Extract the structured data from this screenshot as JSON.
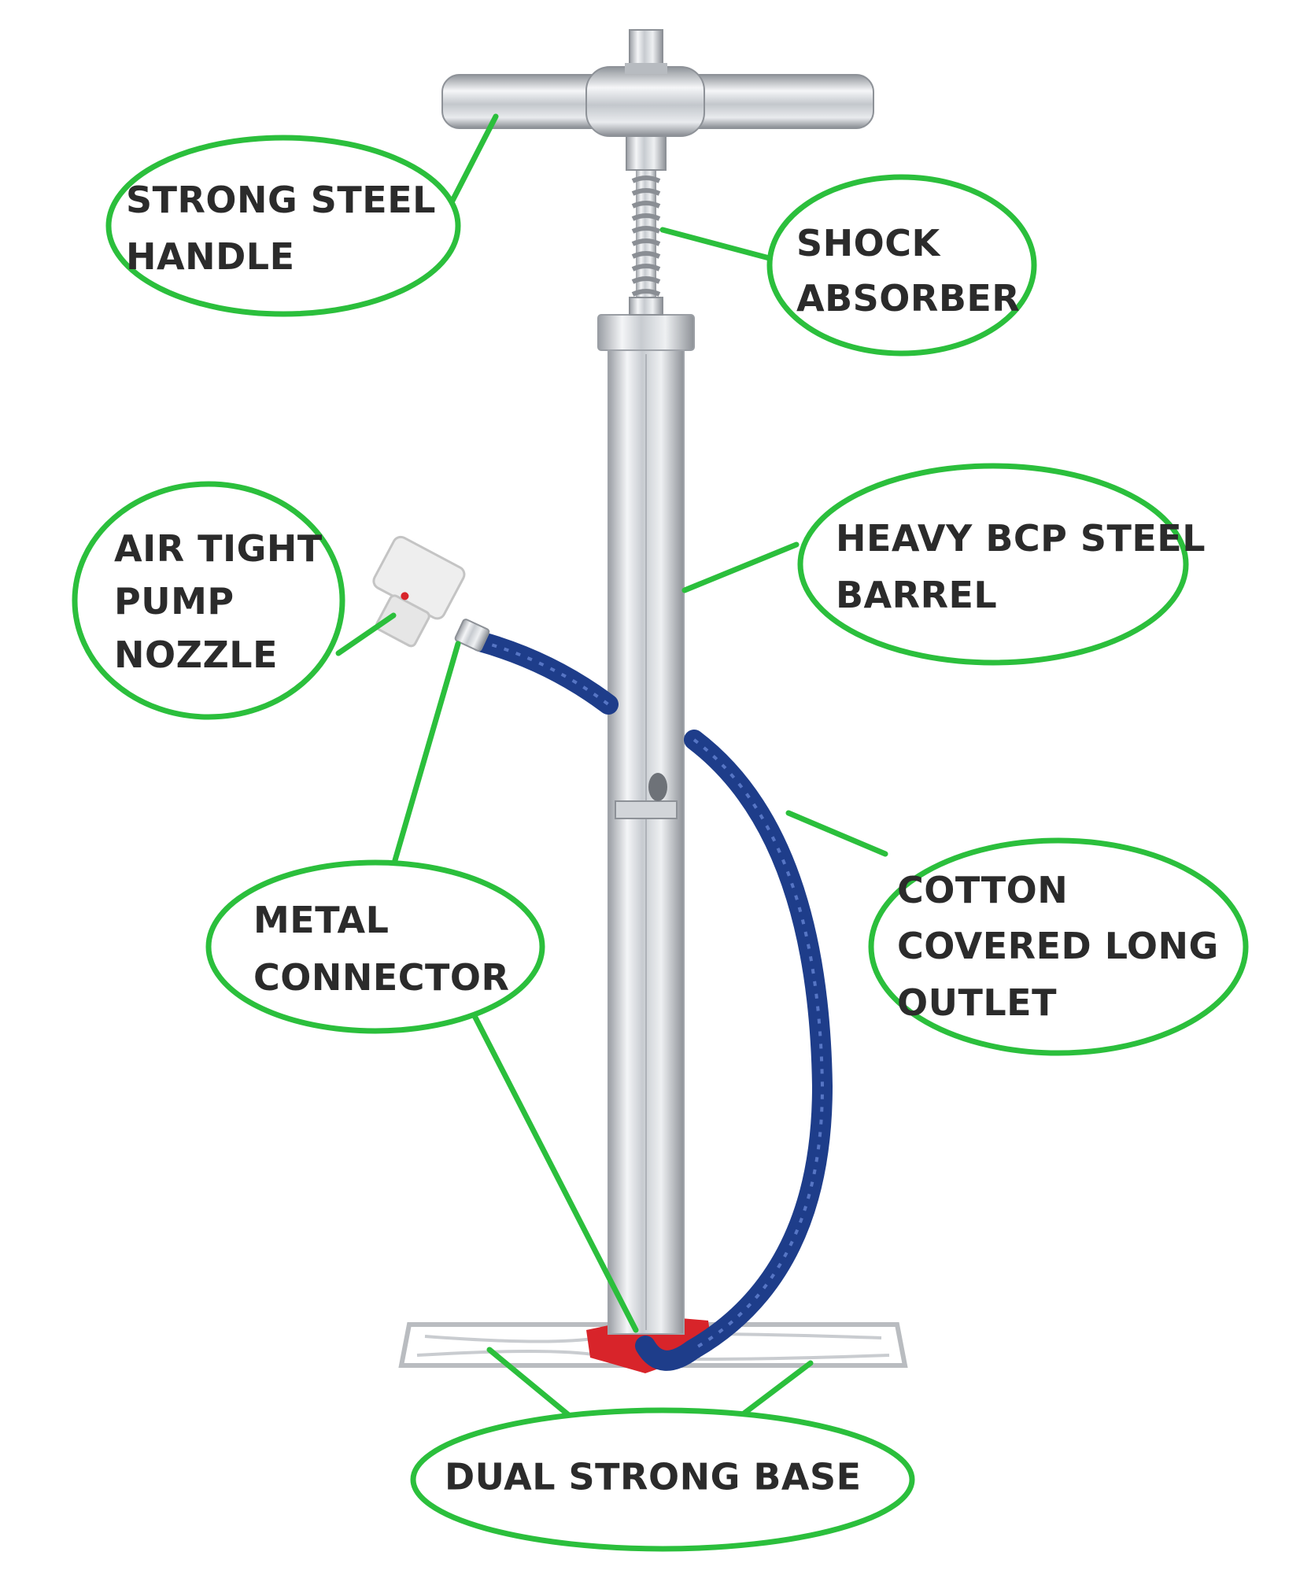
{
  "accent_color": "#2bbf3c",
  "labels": {
    "handle": {
      "lines": [
        "STRONG STEEL",
        "HANDLE"
      ]
    },
    "shock": {
      "lines": [
        "SHOCK",
        "ABSORBER"
      ]
    },
    "nozzle": {
      "lines": [
        "AIR TIGHT",
        "PUMP",
        "NOZZLE"
      ]
    },
    "barrel": {
      "lines": [
        "HEAVY BCP STEEL",
        "BARREL"
      ]
    },
    "connector": {
      "lines": [
        "METAL",
        "CONNECTOR"
      ]
    },
    "outlet": {
      "lines": [
        "COTTON",
        "COVERED LONG",
        "OUTLET"
      ]
    },
    "base": {
      "lines": [
        "DUAL STRONG BASE"
      ]
    }
  },
  "icons": [
    "floor-pump-illustration"
  ]
}
